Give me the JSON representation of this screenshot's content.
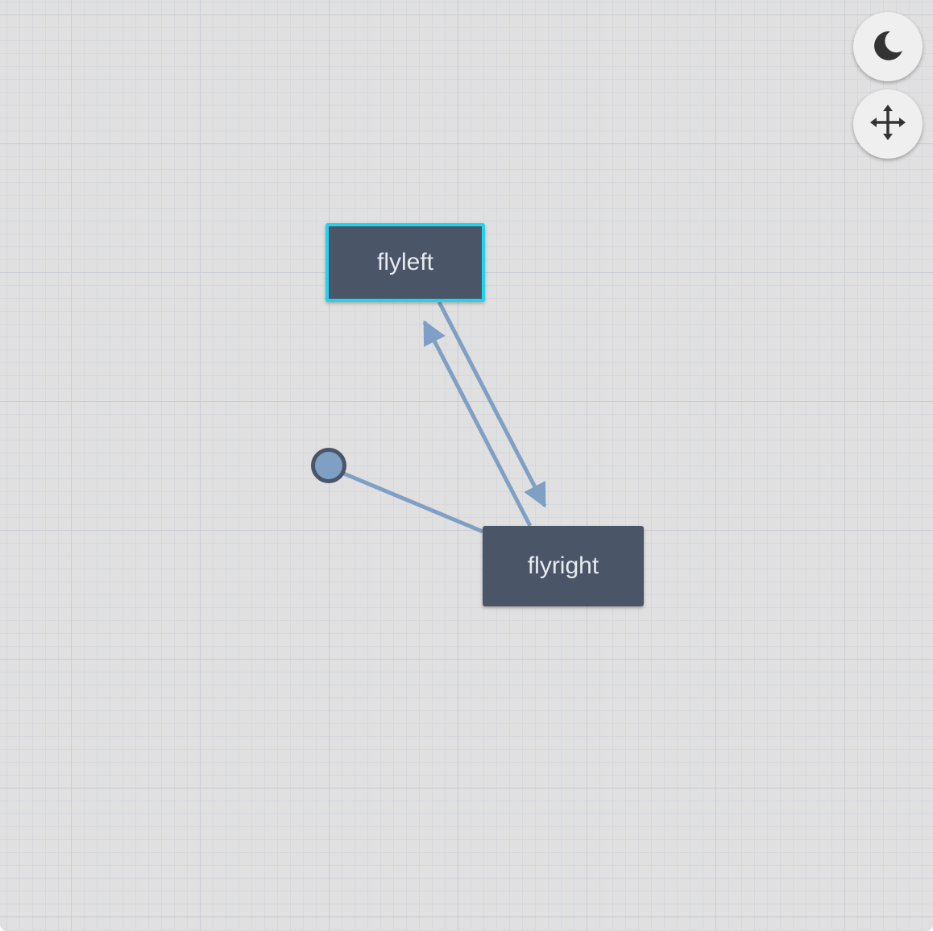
{
  "colors": {
    "canvas_bg": "#e0e0e1",
    "node_fill": "#4a5568",
    "node_text": "#e8ebf0",
    "selected_border": "#22d3ee",
    "edge": "#7f9fc4",
    "initial_fill": "#7f9fc4",
    "initial_border": "#4a5568",
    "button_bg": "#efefef",
    "icon": "#333333"
  },
  "nodes": [
    {
      "id": "flyleft",
      "label": "flyleft",
      "selected": true
    },
    {
      "id": "flyright",
      "label": "flyright",
      "selected": false
    }
  ],
  "transitions": [
    {
      "from": "flyleft",
      "to": "flyright"
    },
    {
      "from": "flyright",
      "to": "flyleft"
    }
  ],
  "initial": {
    "target": "flyright"
  },
  "toolbar": {
    "theme_toggle_icon": "moon-icon",
    "pan_mode_icon": "move-arrows-icon"
  }
}
